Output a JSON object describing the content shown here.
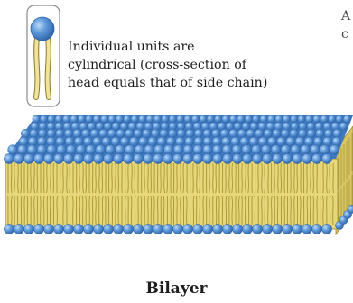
{
  "description_lines": [
    "Individual units are",
    "cylindrical (cross-section of",
    "head equals that of side chain)"
  ],
  "clipped_text_lines": [
    "A",
    "c"
  ],
  "structure_label": "Bilayer",
  "colors": {
    "head_fill": "#4f8fd6",
    "head_stroke": "#2f63a8",
    "tail_fill": "#e9dc82",
    "tail_stroke": "#8c7a2c",
    "box_stroke": "#888888"
  }
}
